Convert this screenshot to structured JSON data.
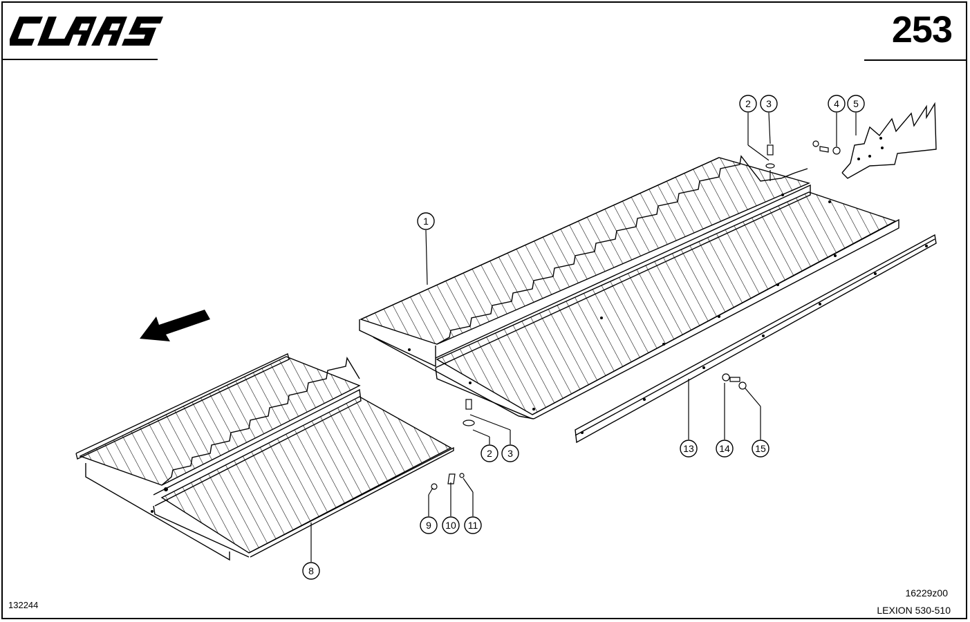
{
  "header": {
    "brand": "CLAAS",
    "page_number": "253"
  },
  "footer": {
    "image_code": "132244",
    "drawing_code": "16229z00",
    "model": "LEXION 530-510"
  },
  "callouts": {
    "c1": "1",
    "c2a": "2",
    "c3a": "3",
    "c4": "4",
    "c5": "5",
    "c2b": "2",
    "c3b": "3",
    "c13": "13",
    "c14": "14",
    "c15": "15",
    "c9": "9",
    "c10": "10",
    "c11": "11",
    "c8": "8"
  },
  "icons": {
    "direction": "arrow-left-down-icon"
  },
  "colors": {
    "line": "#000000",
    "background": "#ffffff"
  }
}
